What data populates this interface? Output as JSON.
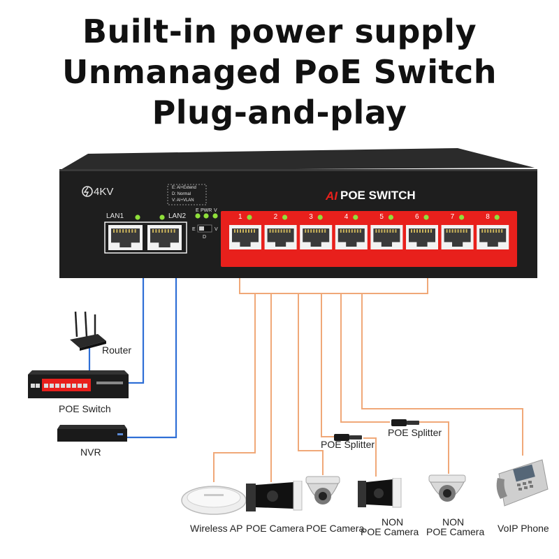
{
  "headline": {
    "line1": "Built-in power supply",
    "line2": "Unmanaged PoE Switch",
    "line3": "Plug-and-play"
  },
  "switch": {
    "surge_label": "4KV",
    "brand_ai": "AI",
    "brand_title": "POE SWITCH",
    "mode_legend": [
      "E: AI+Extend",
      "D: Normal",
      "V: AI+VLAN"
    ],
    "led_labels": [
      "E",
      "PWR",
      "V"
    ],
    "mode_switch_labels": [
      "E",
      "D",
      "V"
    ],
    "uplink_ports": [
      "LAN1",
      "LAN2"
    ],
    "poe_ports": [
      "1",
      "2",
      "3",
      "4",
      "5",
      "6",
      "7",
      "8"
    ]
  },
  "left_devices": [
    {
      "label": "Router"
    },
    {
      "label": "POE Switch"
    },
    {
      "label": "NVR"
    }
  ],
  "splitters": [
    {
      "label": "POE Splitter"
    },
    {
      "label": "POE Splitter"
    }
  ],
  "end_devices": [
    {
      "label": "Wireless AP"
    },
    {
      "label": "POE Camera"
    },
    {
      "label": "POE Camera"
    },
    {
      "line1": "NON",
      "line2": "POE Camera"
    },
    {
      "line1": "NON",
      "line2": "POE Camera"
    },
    {
      "label": "VoIP Phone"
    }
  ],
  "colors": {
    "poe_panel": "#e8201c",
    "uplink_cable": "#2f6fd6",
    "poe_cable": "#f0a878",
    "led": "#8fe03a",
    "chassis": "#1e1e1e"
  }
}
